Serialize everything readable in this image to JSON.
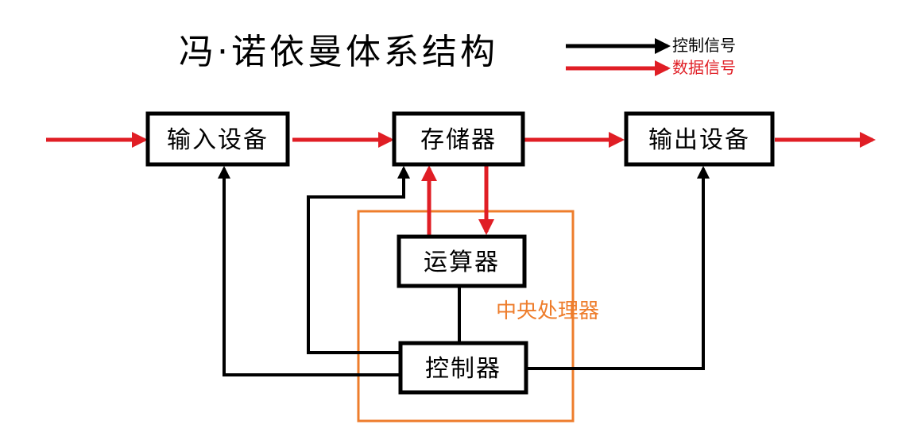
{
  "title": "冯·诺依曼体系结构",
  "legend": {
    "control_label": "控制信号",
    "data_label": "数据信号"
  },
  "nodes": {
    "input": "输入设备",
    "memory": "存储器",
    "output": "输出设备",
    "alu": "运算器",
    "controller": "控制器"
  },
  "cpu_label": "中央处理器",
  "colors": {
    "control": "#000000",
    "data": "#e01e25",
    "cpu": "#ee7d2c"
  }
}
